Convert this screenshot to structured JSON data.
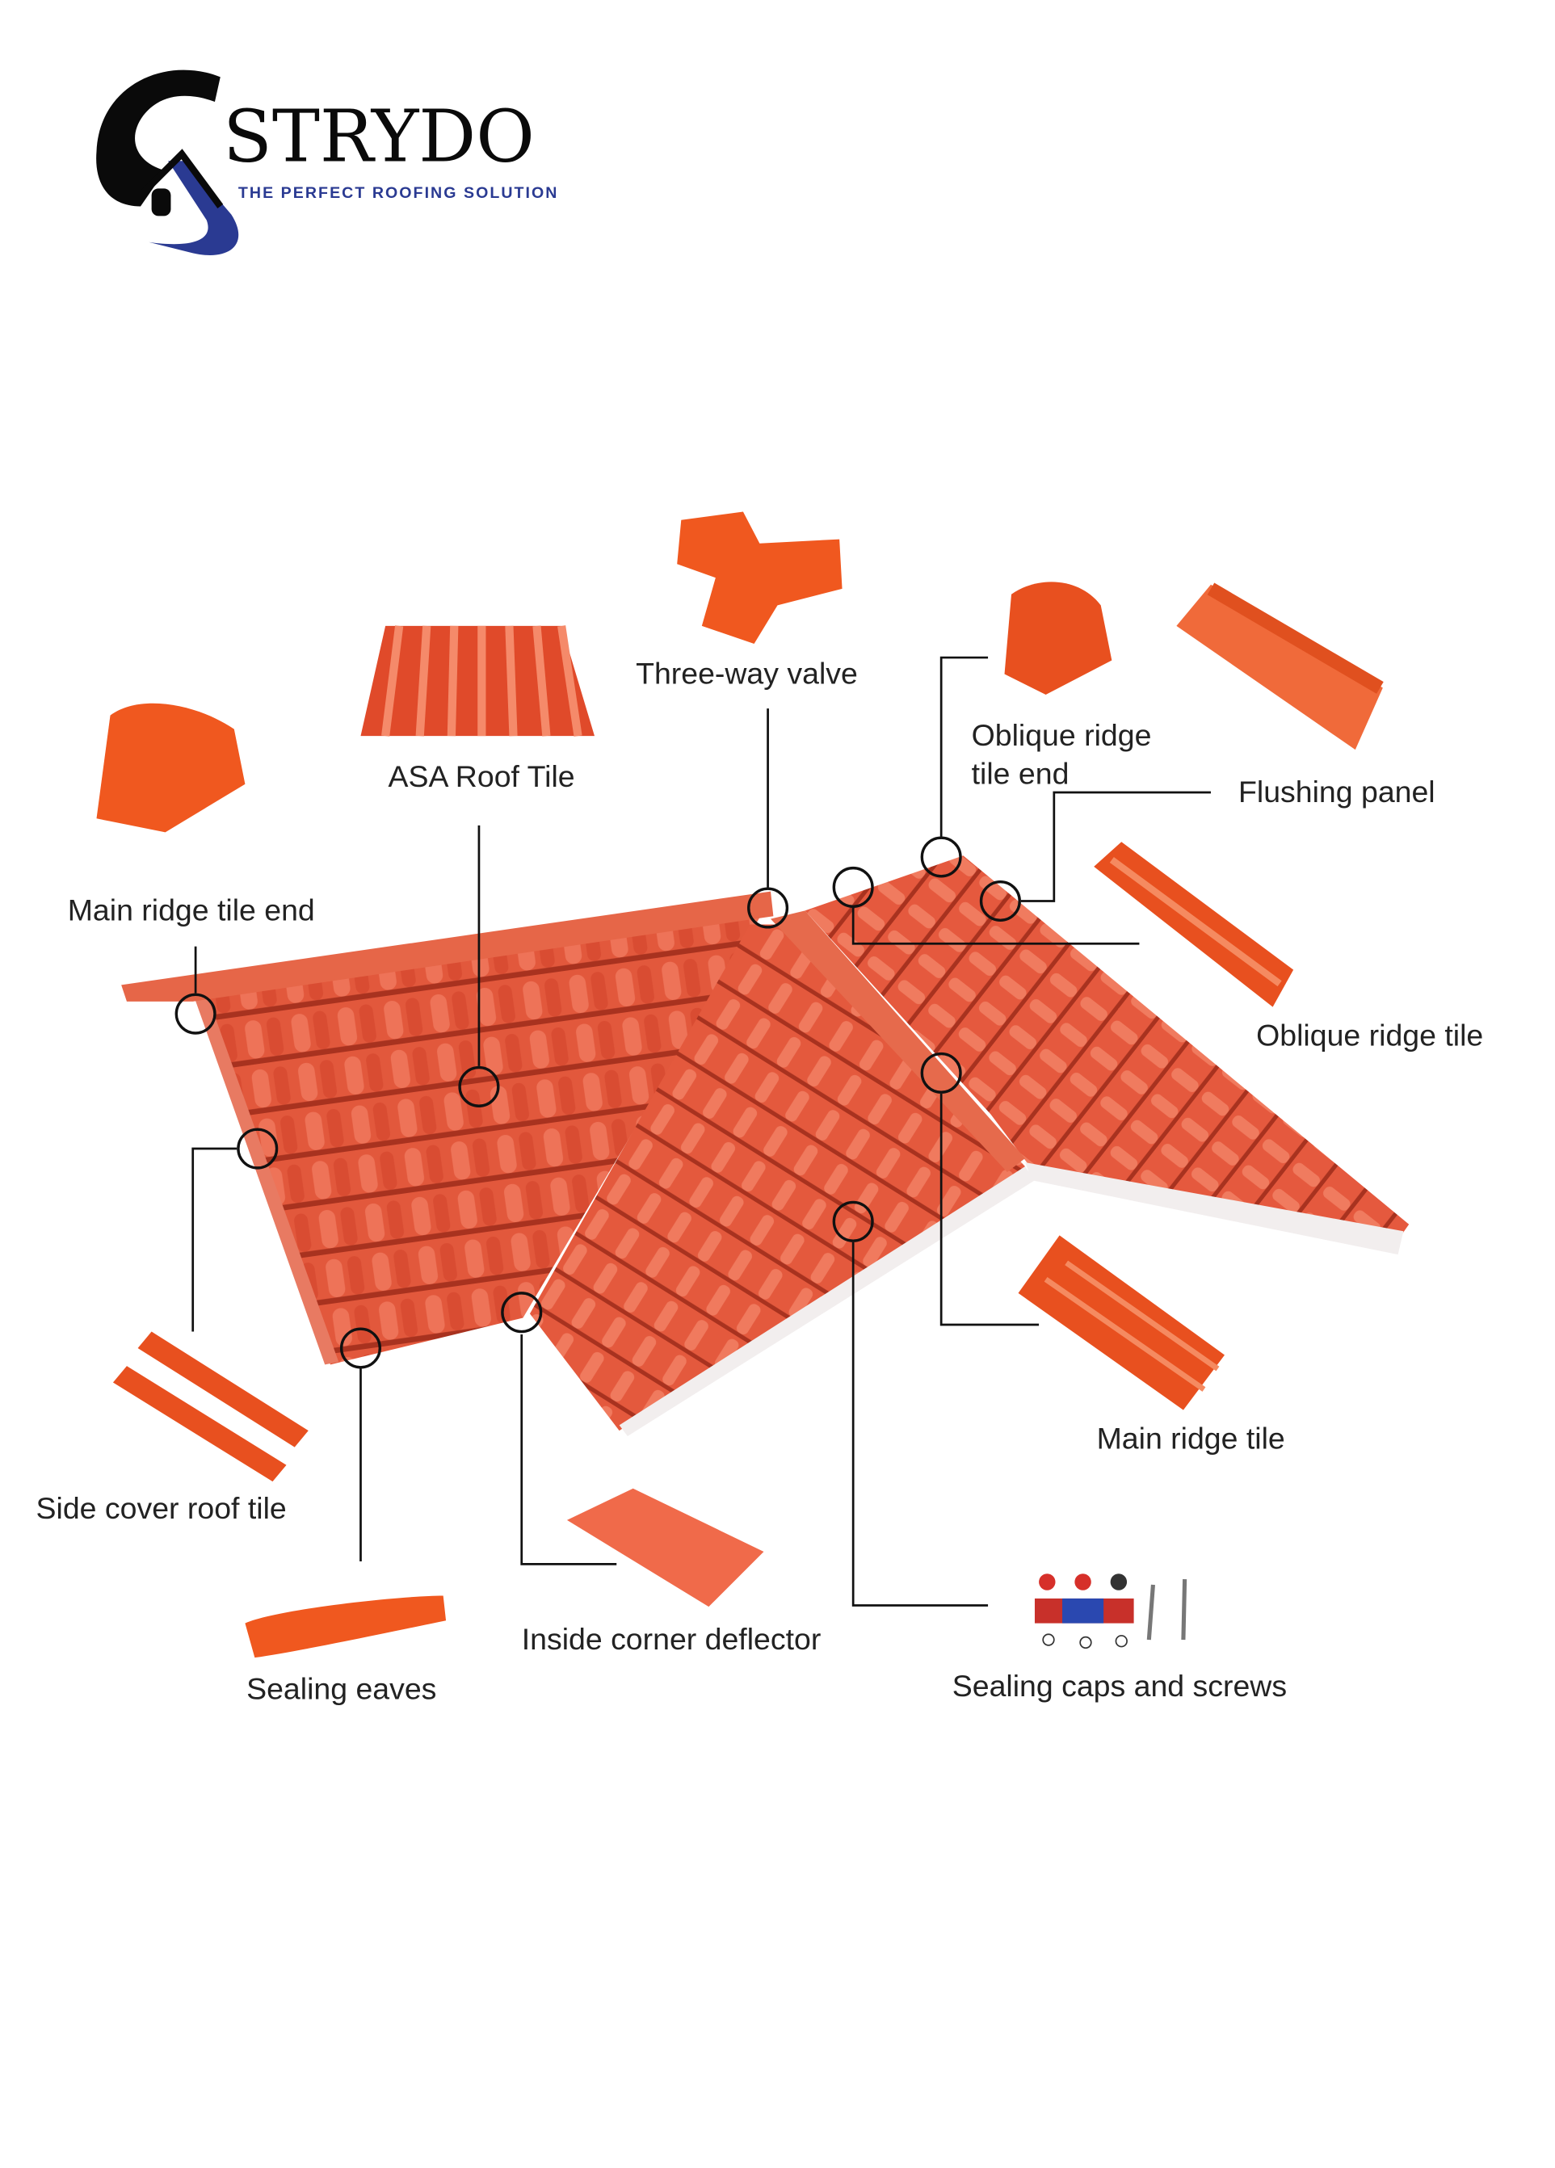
{
  "brand": {
    "name": "STRYDO",
    "tagline": "THE PERFECT ROOFING SOLUTION",
    "colors": {
      "black": "#0a0a0a",
      "blue": "#2a3a92"
    }
  },
  "diagram": {
    "roof_color": "#e25a3e",
    "part_color": "#f0581f",
    "labels": {
      "three_way_valve": "Three-way valve",
      "asa_roof_tile": "ASA Roof Tile",
      "oblique_ridge_tile_end_1": "Oblique ridge",
      "oblique_ridge_tile_end_2": "tile end",
      "flushing_panel": "Flushing panel",
      "main_ridge_tile_end": "Main ridge tile end",
      "oblique_ridge_tile": "Oblique ridge tile",
      "main_ridge_tile": "Main ridge tile",
      "side_cover_roof_tile": "Side cover roof tile",
      "sealing_eaves": "Sealing eaves",
      "inside_corner_deflector": "Inside corner deflector",
      "sealing_caps_and_screws": "Sealing caps and screws"
    }
  }
}
